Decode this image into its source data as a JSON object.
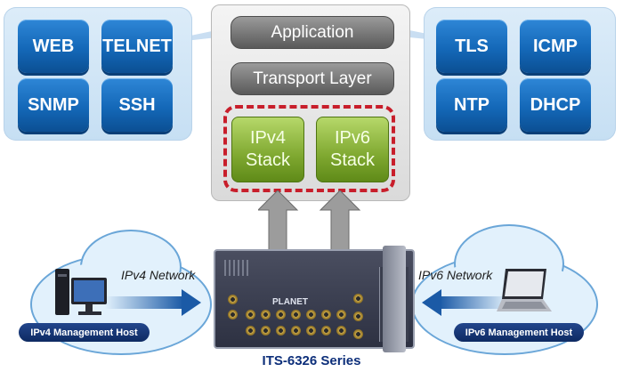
{
  "left_protocols": [
    "WEB",
    "TELNET",
    "SNMP",
    "SSH"
  ],
  "right_protocols": [
    "TLS",
    "ICMP",
    "NTP",
    "DHCP"
  ],
  "stack": {
    "application": "Application",
    "transport": "Transport Layer",
    "ipv4": [
      "IPv4",
      "Stack"
    ],
    "ipv6": [
      "IPv6",
      "Stack"
    ]
  },
  "networks": {
    "left_label": "IPv4 Network",
    "right_label": "IPv6 Network",
    "left_host": "IPv4 Management Host",
    "right_host": "IPv6 Management Host"
  },
  "device": {
    "brand": "PLANET",
    "series": "ITS-6326 Series"
  },
  "colors": {
    "protocol_blue": "#1468b8",
    "stack_green": "#7fa830",
    "dashed_red": "#c81e2b",
    "series_text": "#0d2f7a"
  }
}
